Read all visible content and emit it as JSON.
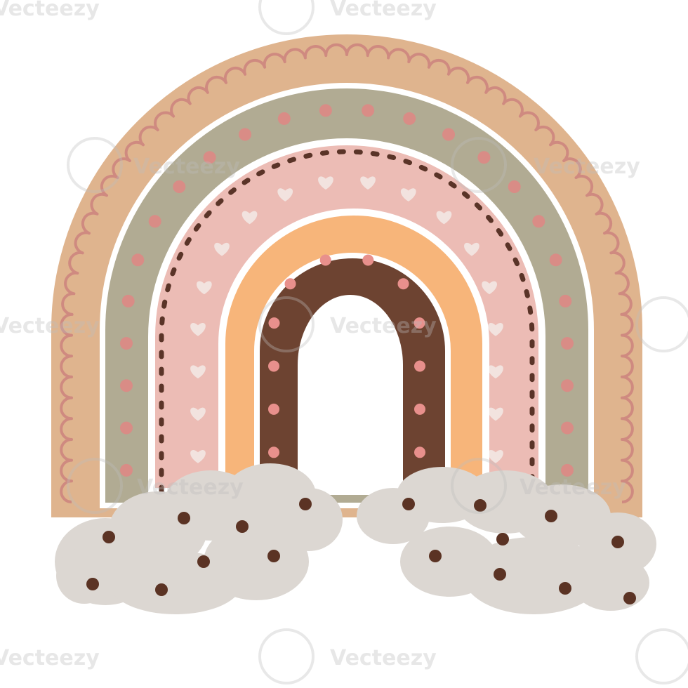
{
  "watermark": {
    "text": "Vecteezy"
  },
  "colors": {
    "background": "#ffffff",
    "tan_arch": "#dfb48e",
    "scallop": "#cf8a80",
    "sage_arch": "#b1ab93",
    "sage_dots": "#d98c86",
    "stitch": "#5a3428",
    "pink_arch": "#ecbcb5",
    "hearts": "#f2e3df",
    "orange_arch": "#f7b57a",
    "brown_arch": "#6d4331",
    "brown_dots": "#e8908c",
    "cloud": "#dcd7d2",
    "cloud_dots": "#5b3324",
    "outline": "#ffffff"
  },
  "icons": [
    "rainbow",
    "cloud",
    "heart"
  ]
}
